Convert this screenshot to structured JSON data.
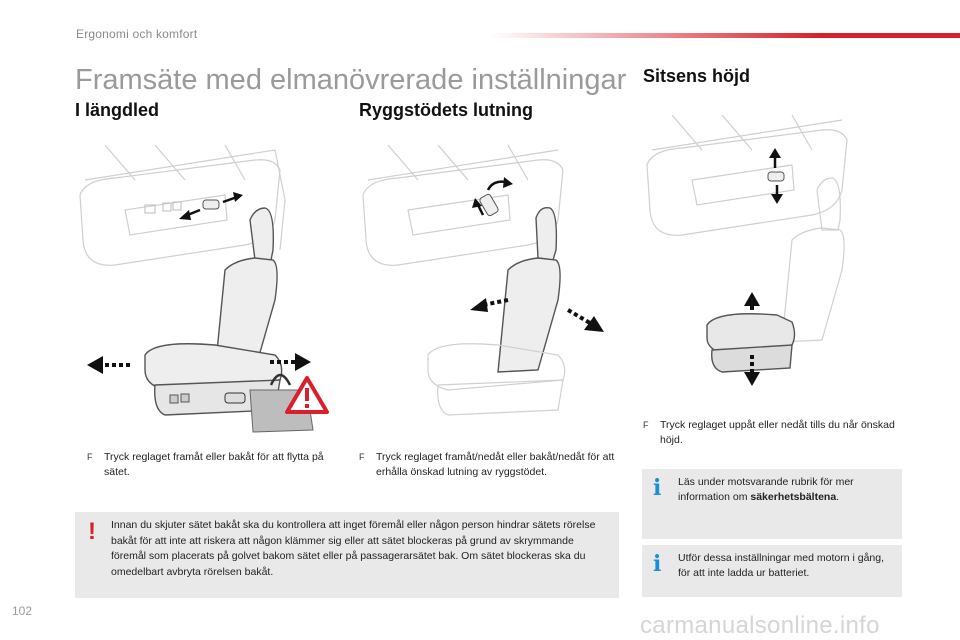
{
  "header": {
    "section": "Ergonomi och komfort",
    "accent_color": "#d9202a"
  },
  "page_title": "Framsäte med elmanövrerade inställningar",
  "sections": {
    "langd": {
      "heading": "I längdled",
      "bullet": "Tryck reglaget framåt eller bakåt för att flytta på sätet."
    },
    "rygg": {
      "heading": "Ryggstödets lutning",
      "bullet": "Tryck reglaget framåt/nedåt eller bakåt/nedåt för att erhålla önskad lutning av ryggstödet."
    },
    "sits": {
      "heading": "Sitsens höjd",
      "bullet": "Tryck reglaget uppåt eller nedåt tills du når önskad höjd."
    }
  },
  "warning": {
    "mark": "!",
    "text": "Innan du skjuter sätet bakåt ska du kontrollera att inget föremål eller någon person hindrar sätets rörelse bakåt för att inte att riskera att någon klämmer sig eller att sätet blockeras på grund av skrymmande föremål som placerats på golvet bakom sätet eller på passagerarsätet bak. Om sätet blockeras ska du omedelbart avbryta rörelsen bakåt."
  },
  "info": [
    {
      "mark": "i",
      "text_before": "Läs under motsvarande rubrik för mer information om ",
      "bold": "säkerhetsbältena",
      "text_after": "."
    },
    {
      "mark": "i",
      "text_before": "Utför dessa inställningar med motorn i gång, för att inte ladda ur batteriet.",
      "bold": "",
      "text_after": ""
    }
  ],
  "bullet_glyph": "F",
  "page_number": "102",
  "watermark": "carmanualsonline.info",
  "icons": {
    "warning_triangle": "warning-triangle-icon",
    "bag": "bag-icon"
  }
}
